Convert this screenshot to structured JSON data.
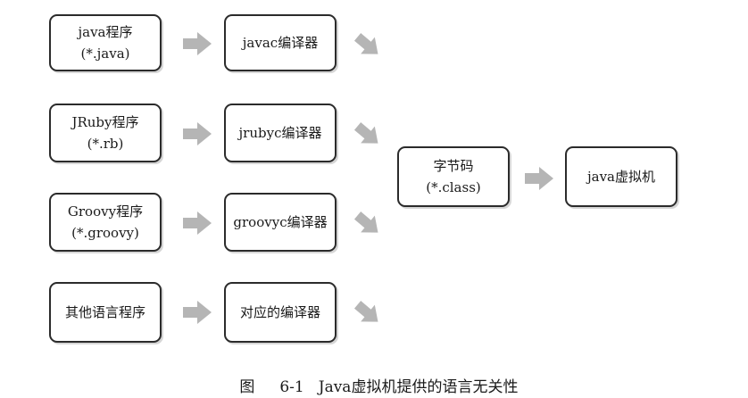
{
  "diagram": {
    "sources": [
      {
        "name": "java程序",
        "ext": "(*.java)"
      },
      {
        "name": "JRuby程序",
        "ext": "(*.rb)"
      },
      {
        "name": "Groovy程序",
        "ext": "(*.groovy)"
      },
      {
        "name": "其他语言程序",
        "ext": ""
      }
    ],
    "compilers": [
      "javac编译器",
      "jrubyc编译器",
      "groovyc编译器",
      "对应的编译器"
    ],
    "bytecode": {
      "name": "字节码",
      "ext": "(*.class)"
    },
    "vm": "java虚拟机",
    "arrow_color": "#b5b5b5"
  },
  "caption": {
    "figure_label": "图",
    "figure_number": "6-1",
    "text": "Java虚拟机提供的语言无关性"
  }
}
